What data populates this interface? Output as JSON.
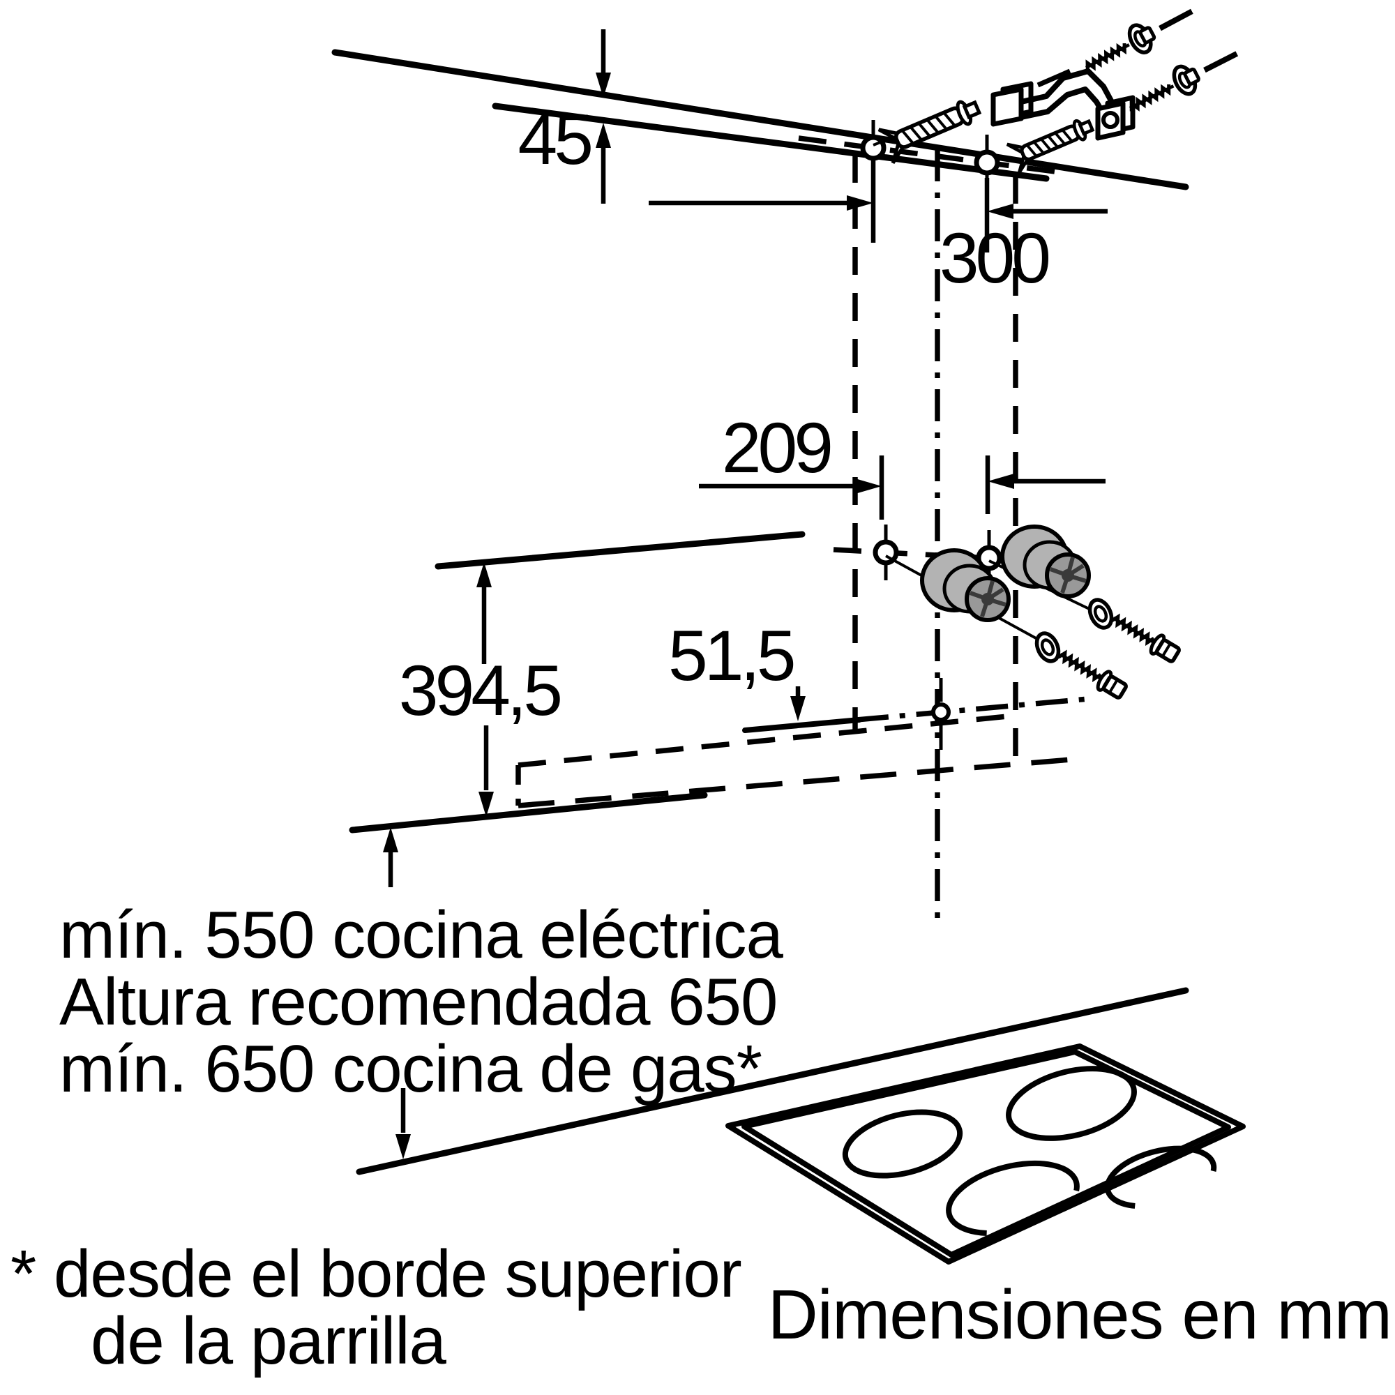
{
  "diagram": {
    "units_label": "Dimensiones en mm",
    "dims": {
      "ceiling_offset": "45",
      "upper_holes_spacing": "300",
      "lower_holes_offset": "209",
      "chimney_section_height": "394,5",
      "lower_bracket_drop": "51,5"
    },
    "clearances": {
      "line1": "mín. 550 cocina eléctrica",
      "line2": "Altura recomendada 650",
      "line3": "mín. 650 cocina de gas*"
    },
    "footnote": {
      "line1": "* desde el borde superior",
      "line2": "de la parrilla"
    },
    "colors": {
      "line": "#000000",
      "background": "#ffffff",
      "spacer_light": "#b3b3b3",
      "spacer_mid": "#999999",
      "spacer_dark": "#3a3a3a"
    }
  }
}
